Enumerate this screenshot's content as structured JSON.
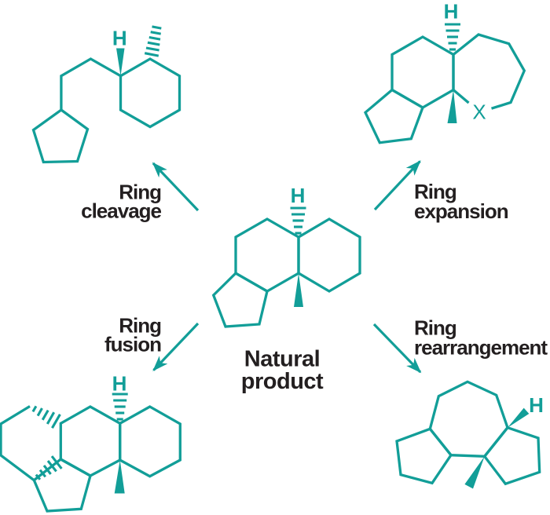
{
  "colors": {
    "structure_teal": "#129E98",
    "label_black": "#231F20",
    "background": "#FFFFFF"
  },
  "center_structure": {
    "label": {
      "line1": "Natural",
      "line2": "product"
    },
    "h_label": "H",
    "description": "6-6-5 fused tricyclic hydrocarbon drawn with hashed H at the upper ring junction and a bold-wedge methyl at the lower ring junction"
  },
  "transformations": {
    "cleavage": {
      "label": {
        "line1": "Ring",
        "line2": "cleavage"
      },
      "h_label": "H",
      "description": "cyclopentane joined by an opened two-carbon chain to a cyclohexane bearing wedge H and hashed methyl"
    },
    "expansion": {
      "label": {
        "line1": "Ring",
        "line2": "expansion"
      },
      "h_label": "H",
      "x_label": "X",
      "description": "5-6-7 fused tricycle whose expanded seven-membered ring contains heteroatom X"
    },
    "fusion": {
      "label": {
        "line1": "Ring",
        "line2": "fusion"
      },
      "h_label": "H",
      "description": "tetracyclic 6-6-6-5 system with an additional six-membered ring attached through hashed fusion bonds"
    },
    "rearrangement": {
      "label": {
        "line1": "Ring",
        "line2": "rearrangement"
      },
      "h_label": "H",
      "description": "rearranged 5-7-5 fused tricycle with bold-wedge H and methyl"
    }
  }
}
